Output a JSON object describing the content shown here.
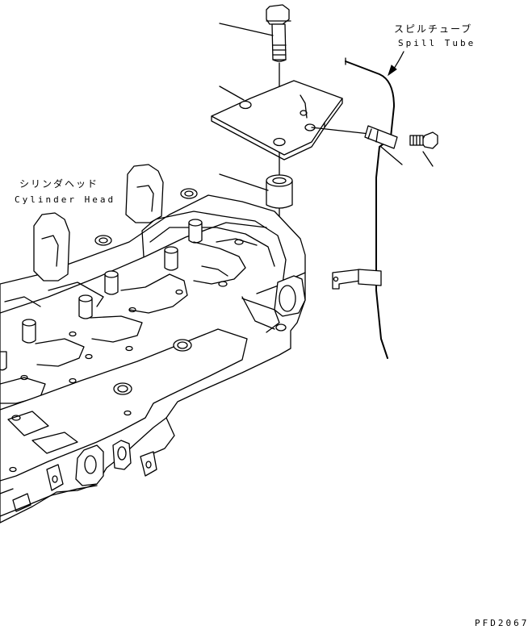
{
  "labels": {
    "spill_tube_jp": "スピルチューブ",
    "spill_tube_en": "Spill Tube",
    "cylinder_head_jp": "シリンダヘッド",
    "cylinder_head_en": "Cylinder Head"
  },
  "drawing_code": "PFD2067",
  "colors": {
    "line": "#000000",
    "background": "#ffffff"
  }
}
